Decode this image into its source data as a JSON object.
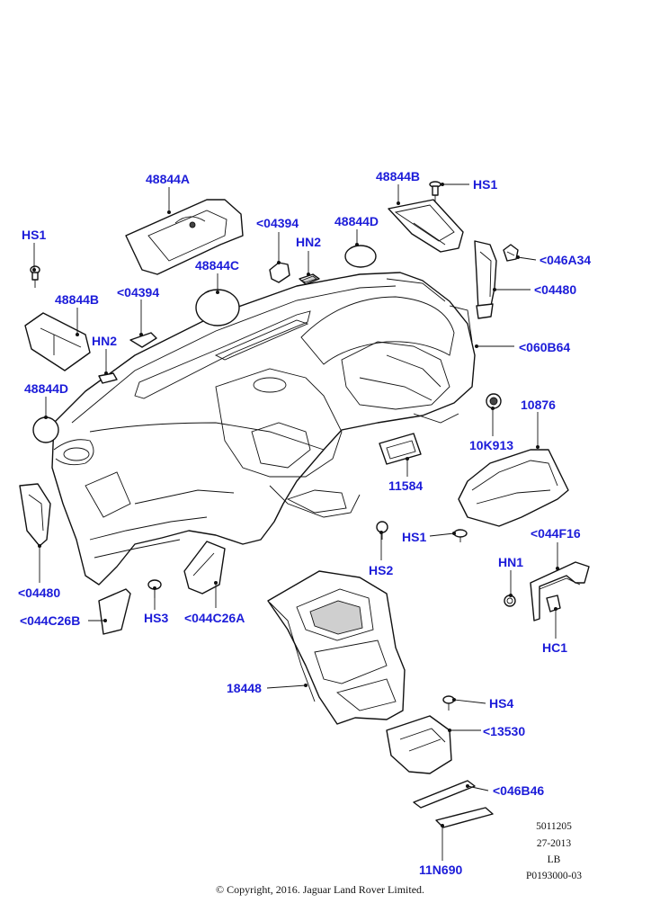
{
  "callouts": {
    "c_48844A": "48844A",
    "c_48844B_top": "48844B",
    "c_HS1_top": "HS1",
    "c_HS1_left": "HS1",
    "c_04394_top": "<04394",
    "c_48844D_top": "48844D",
    "c_HN2_top": "HN2",
    "c_046A34": "<046A34",
    "c_48844C": "48844C",
    "c_04480_right": "<04480",
    "c_48844B_left": "48844B",
    "c_04394_left": "<04394",
    "c_060B64": "<060B64",
    "c_HN2_left": "HN2",
    "c_48844D_left": "48844D",
    "c_10876": "10876",
    "c_10K913": "10K913",
    "c_11584": "11584",
    "c_HS1_mid": "HS1",
    "c_044F16": "<044F16",
    "c_HS2": "HS2",
    "c_HN1": "HN1",
    "c_04480_left": "<04480",
    "c_044C26B": "<044C26B",
    "c_HS3": "HS3",
    "c_044C26A": "<044C26A",
    "c_HC1": "HC1",
    "c_18448": "18448",
    "c_HS4": "HS4",
    "c_13530": "<13530",
    "c_046B46": "<046B46",
    "c_11N690": "11N690"
  },
  "meta": {
    "code": "5011205",
    "date": "27-2013",
    "lang": "LB",
    "ref": "P0193000-03"
  },
  "copyright": "© Copyright, 2016. Jaguar Land Rover Limited."
}
